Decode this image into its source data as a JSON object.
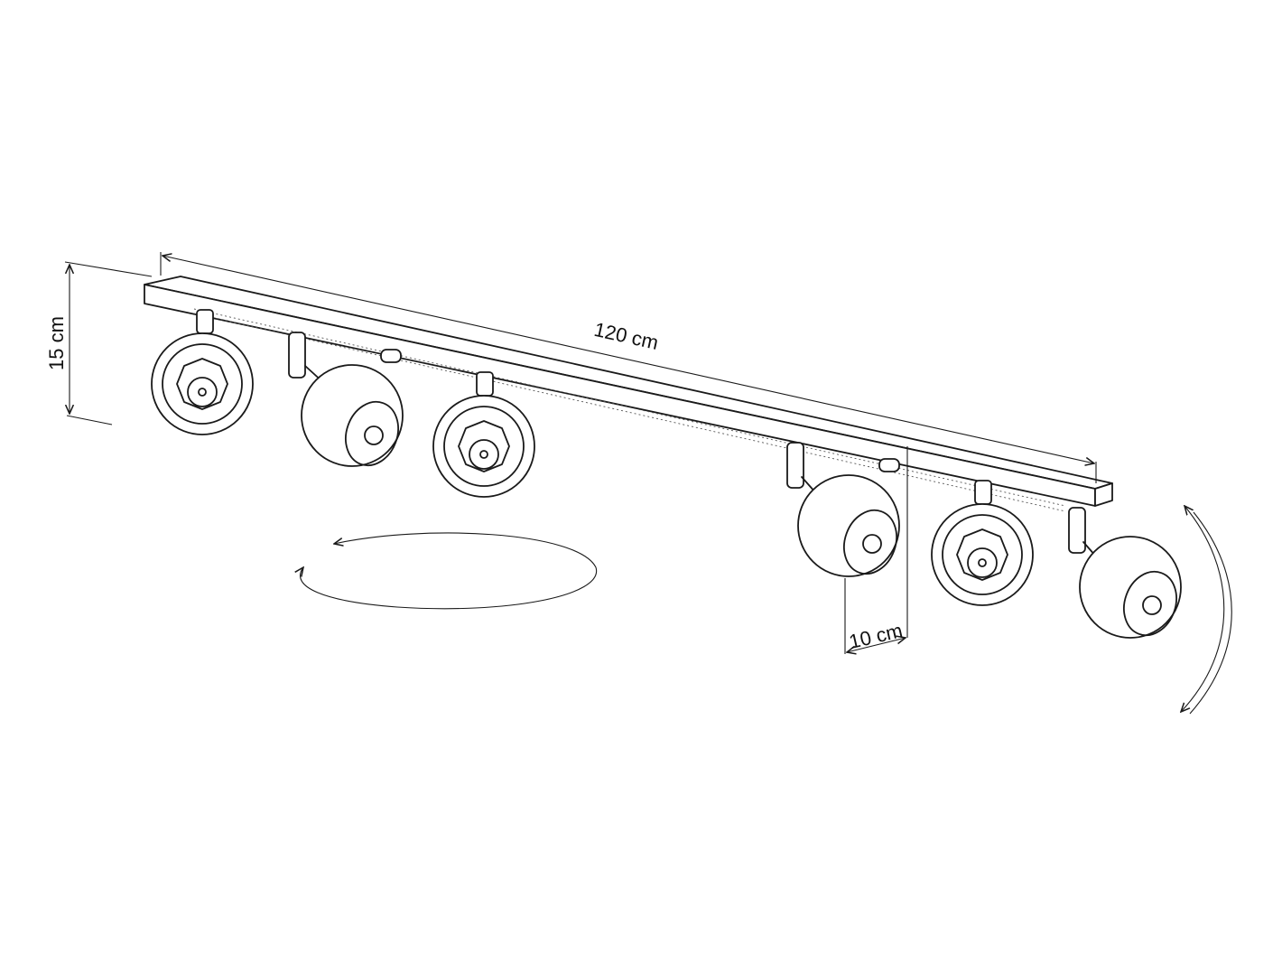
{
  "dimensions": {
    "length": "120 cm",
    "height": "15 cm",
    "diameter": "10 cm"
  },
  "colors": {
    "line": "#1a1a1a",
    "background": "#ffffff"
  },
  "spots": [
    {
      "id": 1,
      "orientation": "front"
    },
    {
      "id": 2,
      "orientation": "side"
    },
    {
      "id": 3,
      "orientation": "front"
    },
    {
      "id": 4,
      "orientation": "side"
    },
    {
      "id": 5,
      "orientation": "front"
    },
    {
      "id": 6,
      "orientation": "side"
    }
  ],
  "rotation_indicators": [
    "horizontal-rotation",
    "vertical-tilt"
  ]
}
